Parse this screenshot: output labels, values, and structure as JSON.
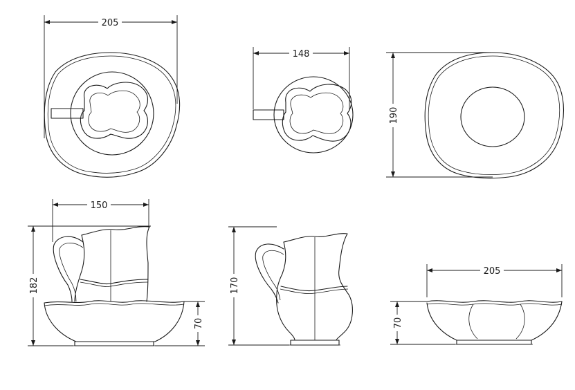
{
  "dimensions": {
    "basin_top_width": "205",
    "pitcher_top_width": "148",
    "basin_top_depth": "190",
    "set_front_width": "150",
    "set_height": "182",
    "set_basin_height": "70",
    "pitcher_height": "170",
    "basin_front_width": "205",
    "basin_height": "70"
  },
  "colors": {
    "line": "#1a1a1a",
    "background": "#ffffff"
  }
}
